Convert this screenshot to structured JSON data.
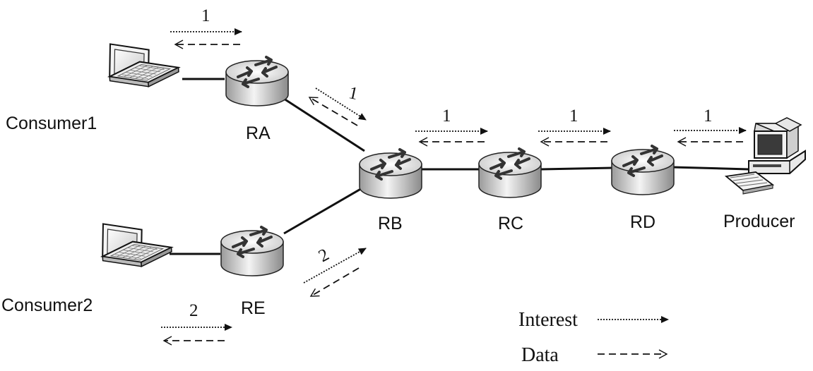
{
  "nodes": {
    "consumer1": "Consumer1",
    "consumer2": "Consumer2",
    "ra": "RA",
    "rb": "RB",
    "rc": "RC",
    "rd": "RD",
    "re": "RE",
    "producer": "Producer"
  },
  "flow_labels": {
    "c1_ra": "1",
    "ra_rb": "1",
    "rb_rc": "1",
    "rc_rd": "1",
    "rd_producer": "1",
    "re_rb": "2",
    "c2_re": "2"
  },
  "legend": {
    "interest": "Interest",
    "data": "Data"
  },
  "icons": {
    "router": "router-icon",
    "laptop": "laptop-icon",
    "desktop": "desktop-computer-icon"
  }
}
